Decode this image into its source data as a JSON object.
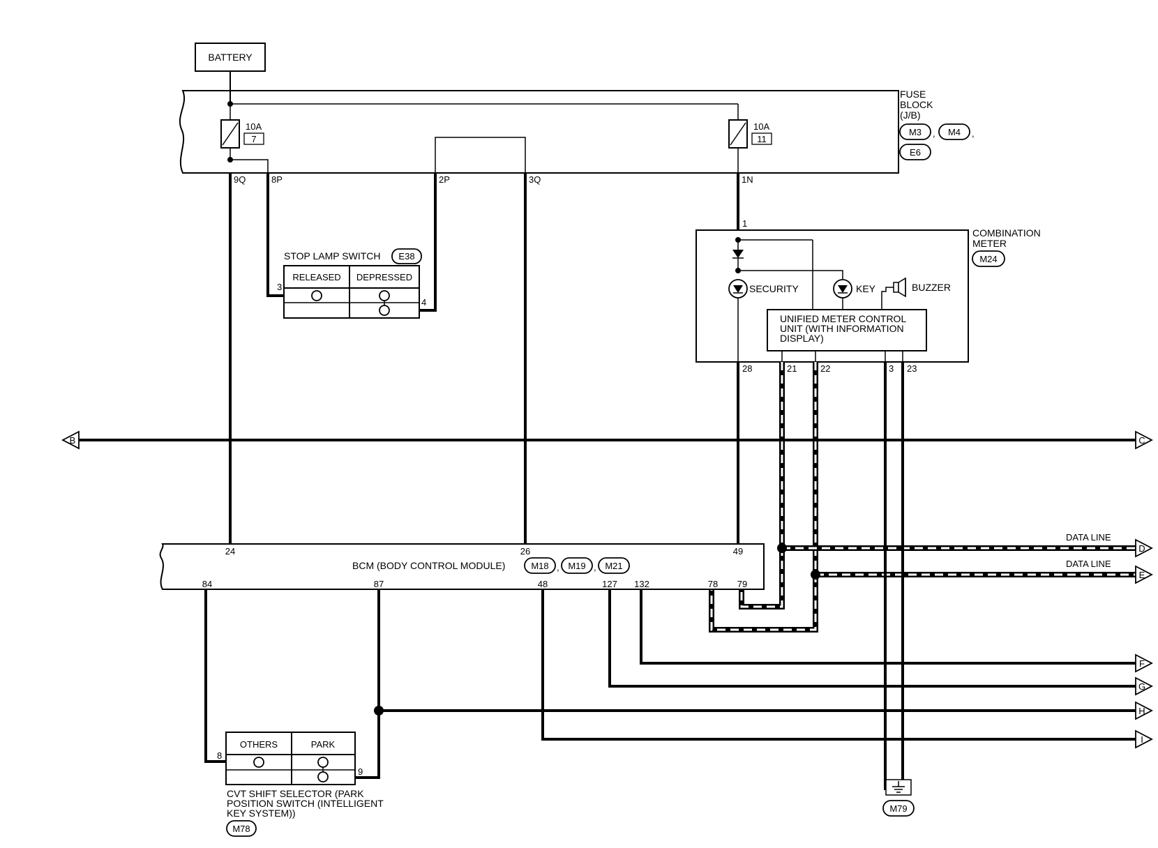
{
  "battery": "BATTERY",
  "fuse_block": {
    "line1": "FUSE",
    "line2": "BLOCK",
    "line3": "(J/B)",
    "connectors": [
      "M3",
      "M4",
      "E6"
    ],
    "fuse_left": {
      "rating": "10A",
      "number": "7"
    },
    "fuse_right": {
      "rating": "10A",
      "number": "11"
    },
    "pins": [
      "9Q",
      "8P",
      "2P",
      "3Q",
      "1N"
    ]
  },
  "stop_lamp_switch": {
    "title": "STOP LAMP SWITCH",
    "connector": "E38",
    "col_released": "RELEASED",
    "col_depressed": "DEPRESSED",
    "pin_left": "3",
    "pin_right": "4"
  },
  "combination_meter": {
    "line1": "COMBINATION",
    "line2": "METER",
    "connector": "M24",
    "security": "SECURITY",
    "key": "KEY",
    "buzzer": "BUZZER",
    "unit_line1": "UNIFIED METER CONTROL",
    "unit_line2": "UNIT (WITH INFORMATION",
    "unit_line3": "DISPLAY)",
    "pin_top": "1",
    "pins": [
      "28",
      "21",
      "22",
      "3",
      "23"
    ]
  },
  "connectors_offpage": {
    "left": "B",
    "right": "C",
    "d": "D",
    "e": "E",
    "f": "F",
    "g": "G",
    "h": "H",
    "i": "I"
  },
  "data_line": "DATA LINE",
  "bcm": {
    "title": "BCM (BODY CONTROL MODULE)",
    "connectors": [
      "M18",
      "M19",
      "M21"
    ],
    "top_pins": [
      "24",
      "26",
      "49"
    ],
    "bottom_pins": [
      "84",
      "87",
      "48",
      "127",
      "132",
      "78",
      "79"
    ]
  },
  "cvt": {
    "col_others": "OTHERS",
    "col_park": "PARK",
    "pin_left": "8",
    "pin_right": "9",
    "line1": "CVT SHIFT SELECTOR (PARK",
    "line2": "POSITION SWITCH (INTELLIGENT",
    "line3": "KEY SYSTEM))",
    "connector": "M78"
  },
  "ground_connector": "M79"
}
